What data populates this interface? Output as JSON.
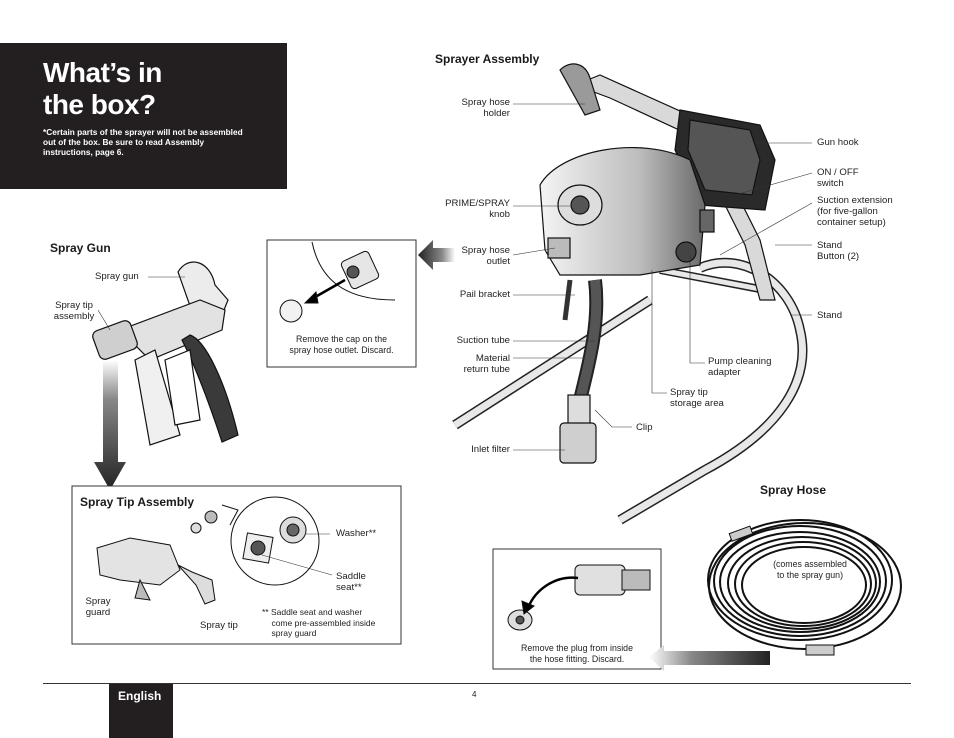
{
  "title": {
    "line1": "What’s in",
    "line2": "the box?",
    "note": "*Certain parts of the sprayer will not be assembled out of the box.  Be sure to read Assembly instructions, page 6."
  },
  "sprayer_assembly": {
    "heading": "Sprayer Assembly",
    "labels_left": {
      "hose_holder": "Spray hose\nholder",
      "prime_spray": "PRIME/SPRAY\nknob",
      "hose_outlet": "Spray hose\noutlet",
      "pail_bracket": "Pail bracket",
      "suction_tube": "Suction tube",
      "material_return": "Material\nreturn tube",
      "inlet_filter": "Inlet filter"
    },
    "labels_right": {
      "gun_hook": "Gun hook",
      "on_off": "ON / OFF\nswitch",
      "suction_ext": "Suction extension\n(for five-gallon\ncontainer setup)",
      "stand_button": "Stand\nButton (2)",
      "stand": "Stand",
      "pump_cleaning": "Pump cleaning\nadapter",
      "tip_storage": "Spray tip\nstorage area",
      "clip": "Clip"
    }
  },
  "cap_note": "Remove the cap on the\nspray hose outlet.  Discard.",
  "spray_gun": {
    "heading": "Spray Gun",
    "gun_label": "Spray gun",
    "tip_assembly_label": "Spray tip\nassembly"
  },
  "spray_tip_assembly": {
    "heading": "Spray Tip Assembly",
    "guard_label": "Spray\nguard",
    "tip_label": "Spray tip",
    "washer_label": "Washer**",
    "saddle_label": "Saddle\nseat**",
    "footnote": "** Saddle seat and washer\n    come pre-assembled inside\n    spray guard"
  },
  "spray_hose": {
    "heading": "Spray Hose",
    "assembled_note": "(comes assembled\nto the spray gun)"
  },
  "plug_note": "Remove the plug from inside\nthe hose fitting.  Discard.",
  "footer": {
    "language": "English",
    "page": "4"
  }
}
